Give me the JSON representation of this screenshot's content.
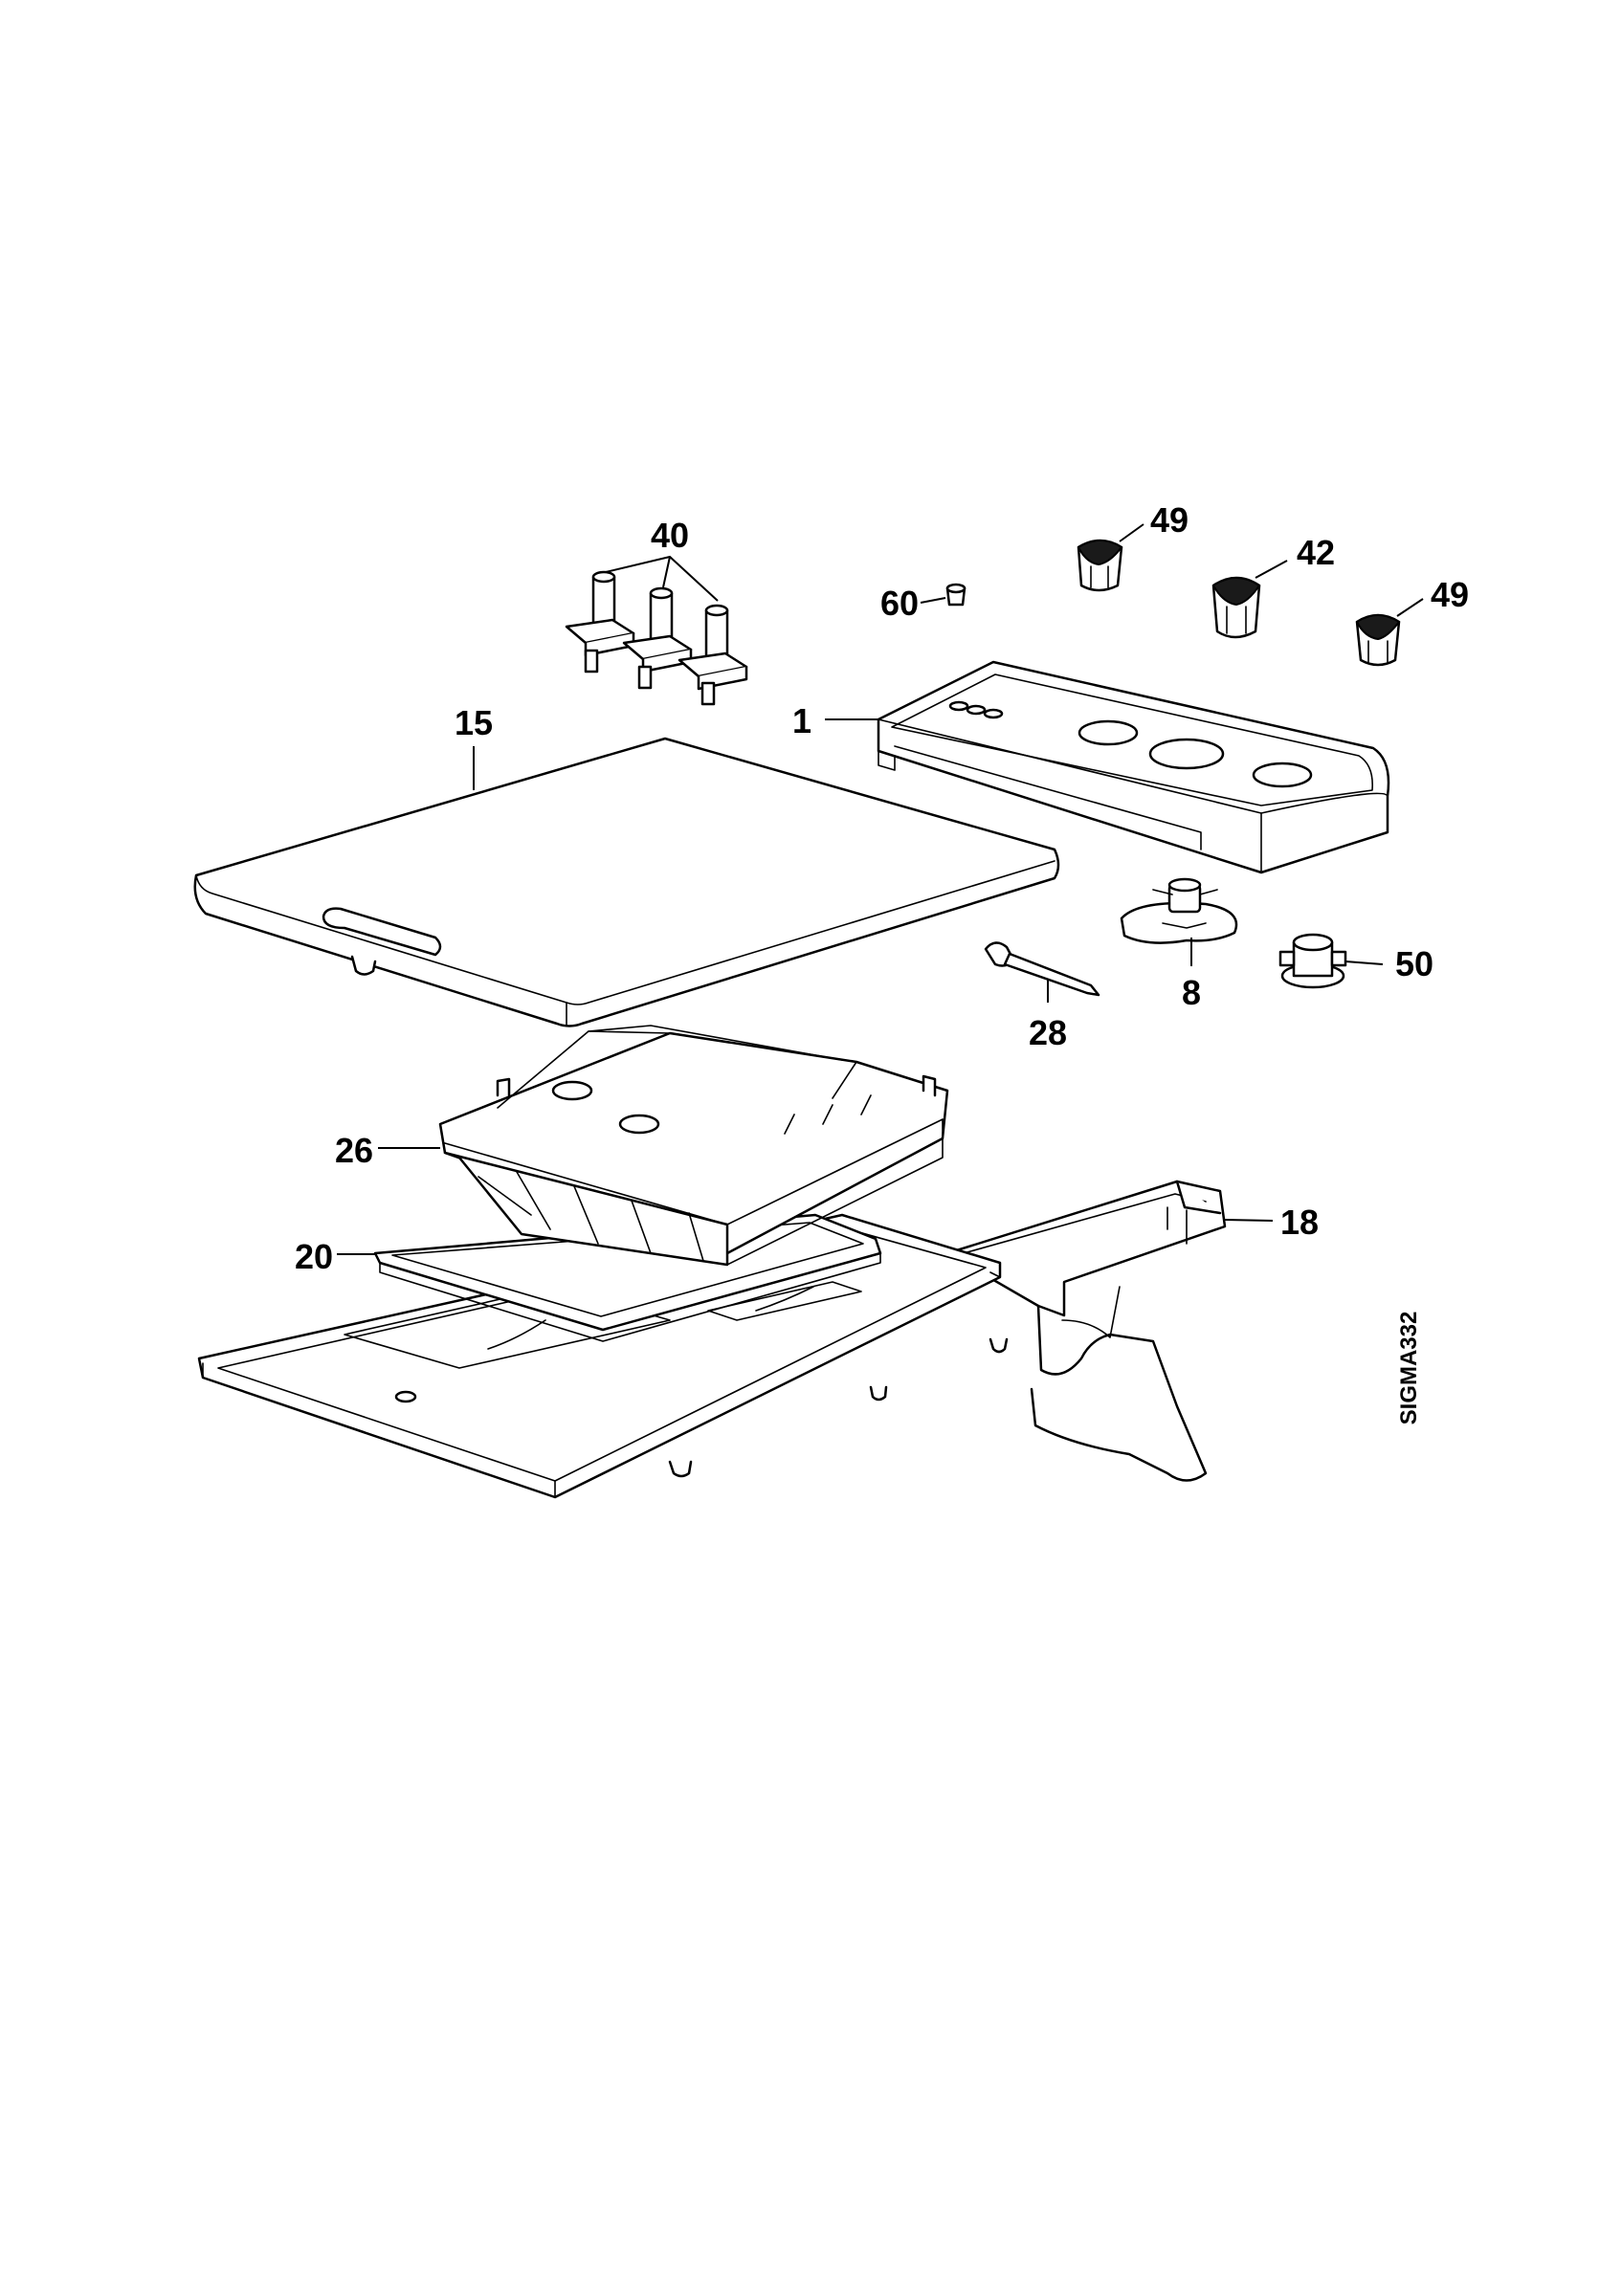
{
  "diagram": {
    "reference_code": "SIGMA332",
    "labels": {
      "p40": "40",
      "p49a": "49",
      "p42": "42",
      "p49b": "49",
      "p60": "60",
      "p1": "1",
      "p15": "15",
      "p8": "8",
      "p50": "50",
      "p28": "28",
      "p26": "26",
      "p18": "18",
      "p20": "20"
    }
  }
}
